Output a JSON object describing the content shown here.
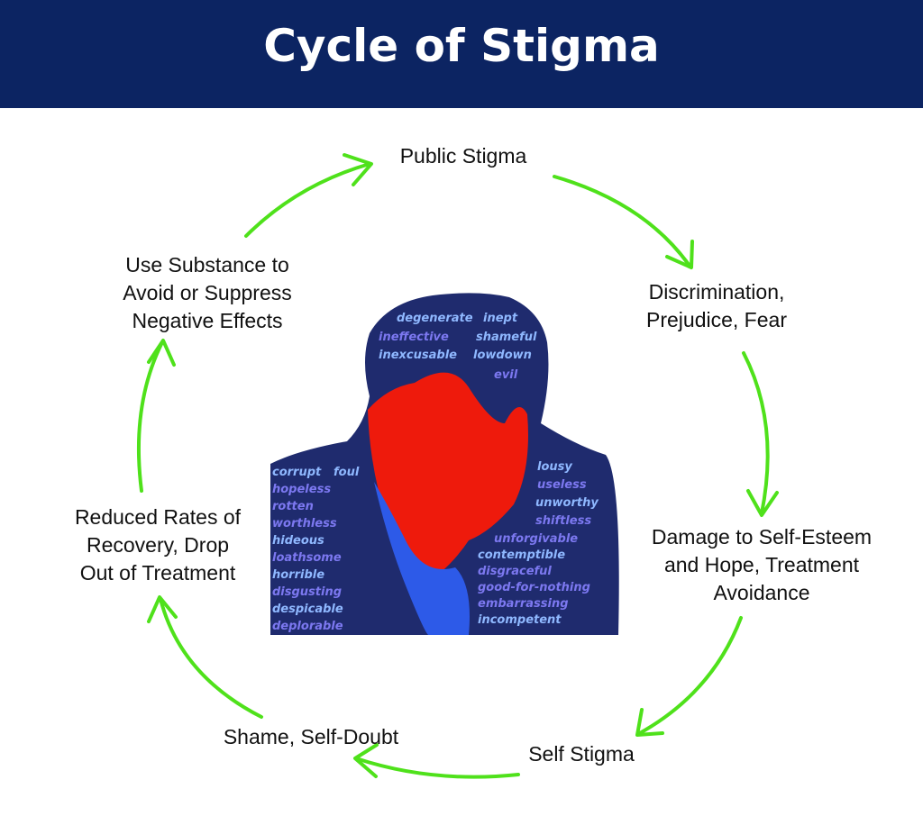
{
  "header": {
    "title": "Cycle of Stigma"
  },
  "nodes": [
    "Public Stigma",
    "Discrimination,\nPrejudice, Fear",
    "Damage to Self-Esteem\nand Hope, Treatment\nAvoidance",
    "Self Stigma",
    "Shame, Self-Doubt",
    "Reduced Rates of\nRecovery, Drop\nOut of Treatment",
    "Use Substance to\nAvoid or Suppress\nNegative Effects"
  ],
  "colors": {
    "header": "#0c2462",
    "arrow": "#4fe11b",
    "face": "#ee1a0c",
    "collar": "#2d5ae8",
    "silhouette": "#1f2b6e",
    "words_light": "#8fb8ff",
    "words_mid": "#7c78f0"
  },
  "illustration": {
    "words": [
      "degenerate",
      "ineffective",
      "inept",
      "evil",
      "inexcusable",
      "worthless",
      "lowdown",
      "embarrassing",
      "corrupt",
      "hopeless",
      "foul",
      "rotten",
      "hideous",
      "loathsome",
      "horrible",
      "disgusting",
      "despicable",
      "deplorable",
      "lousy",
      "useless",
      "unworthy",
      "unforgivable",
      "contemptible",
      "disgraceful",
      "shameful",
      "shiftless",
      "incompetent",
      "good-for-nothing"
    ]
  }
}
